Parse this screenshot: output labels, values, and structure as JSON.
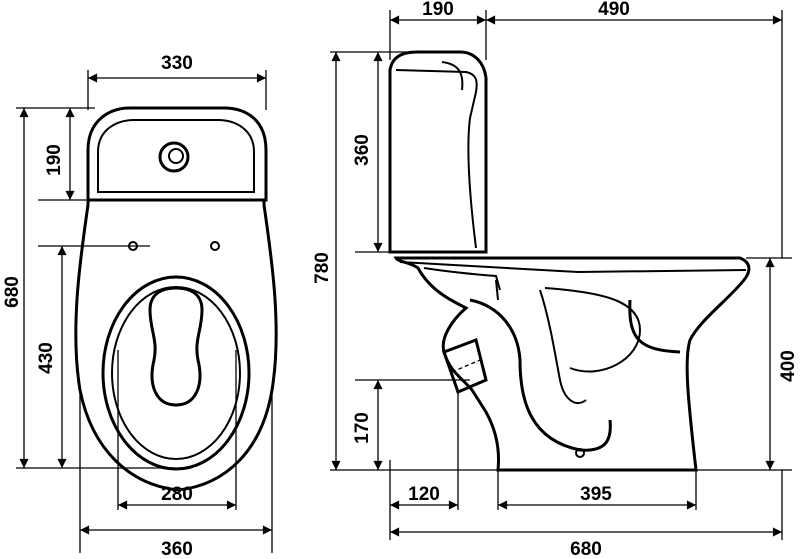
{
  "dimensions": {
    "top_view": {
      "overall_width": "330",
      "cistern_depth": "190",
      "total_length": "680",
      "bowl_length": "430",
      "seat_width": "280",
      "base_width": "360"
    },
    "side_view": {
      "cistern_depth": "190",
      "bowl_depth": "490",
      "cistern_height": "360",
      "total_height": "780",
      "rim_height": "400",
      "outlet_height": "170",
      "outlet_offset": "120",
      "base_length": "395",
      "total_length": "680"
    }
  }
}
